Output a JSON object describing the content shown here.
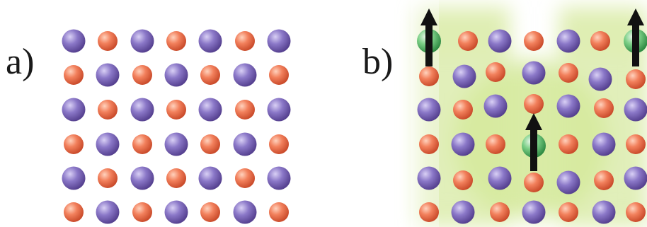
{
  "panels": [
    {
      "label": "a)",
      "defect": false
    },
    {
      "label": "b)",
      "defect": true,
      "polaron_sites": 3
    }
  ],
  "colors": {
    "ion_purple": "#8b78c8",
    "ion_red": "#f2805c",
    "polaron_green": "#7bcf86",
    "field_glow": "#d7e8a2",
    "arrow": "#111111"
  },
  "icons": [
    "purple-ion-icon",
    "red-ion-icon",
    "green-polaron-icon",
    "up-arrow-icon"
  ]
}
